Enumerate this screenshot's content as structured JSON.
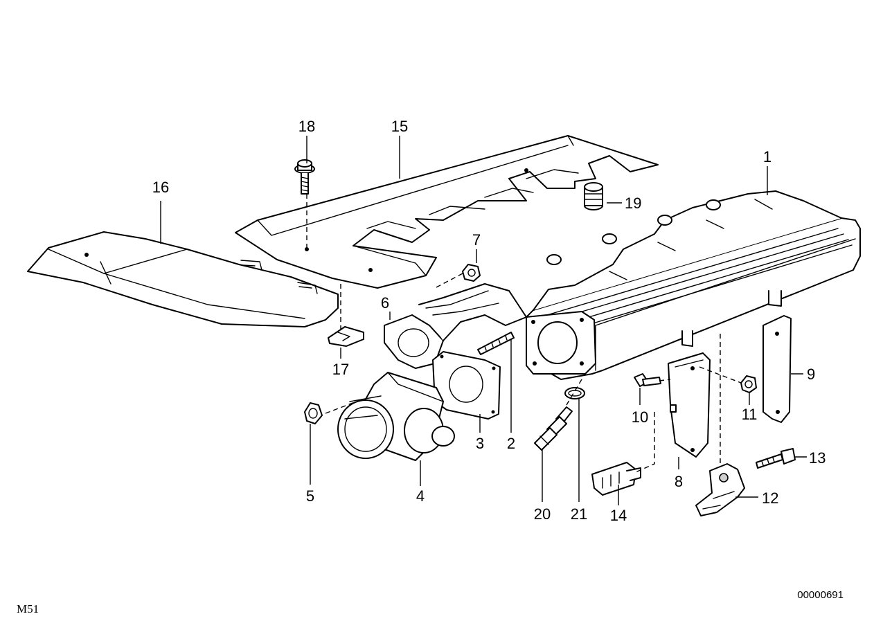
{
  "callouts": {
    "p1": "1",
    "p2": "2",
    "p3": "3",
    "p4": "4",
    "p5": "5",
    "p6": "6",
    "p7": "7",
    "p8": "8",
    "p9": "9",
    "p10": "10",
    "p11": "11",
    "p12": "12",
    "p13": "13",
    "p14": "14",
    "p15": "15",
    "p16": "16",
    "p17": "17",
    "p18": "18",
    "p19": "19",
    "p20": "20",
    "p21": "21"
  },
  "engine_code": "M51",
  "diagram_number": "00000691",
  "colors": {
    "line": "#000000",
    "background": "#ffffff",
    "shade": "#cfcfcf"
  }
}
